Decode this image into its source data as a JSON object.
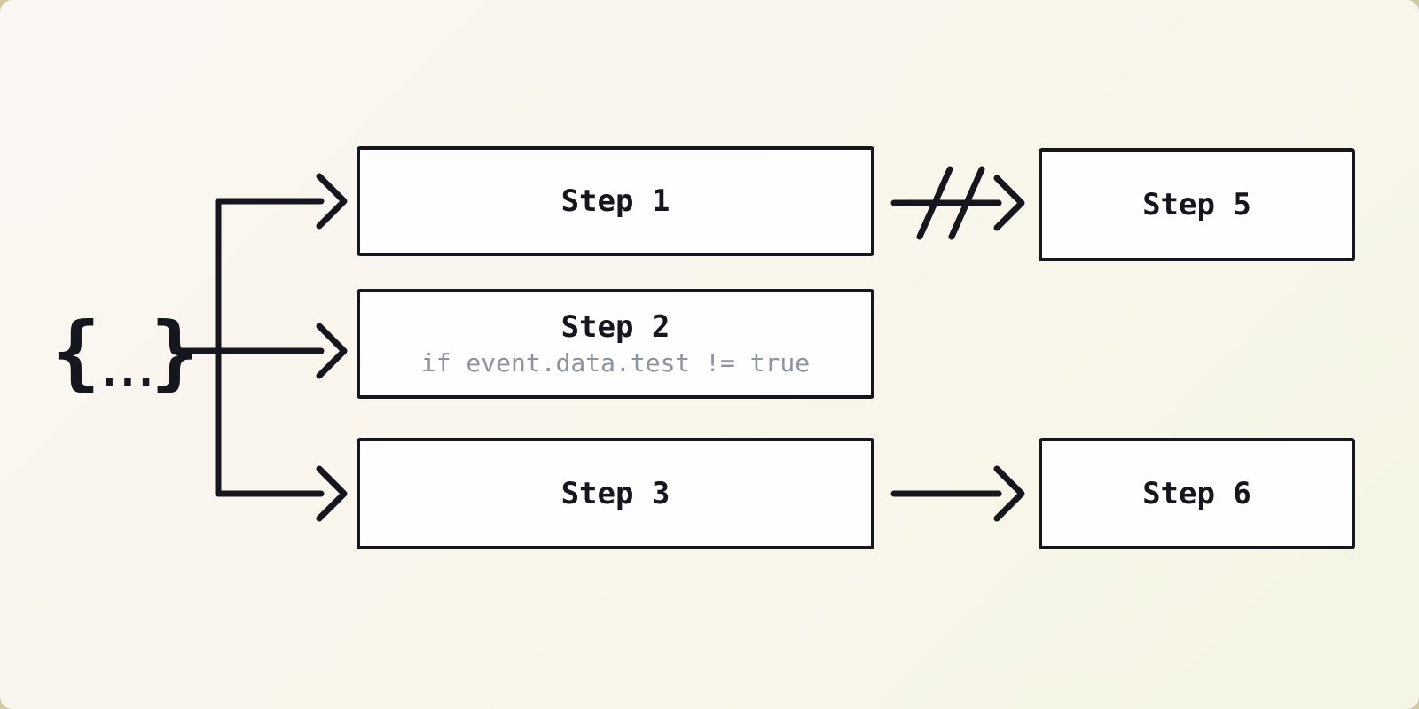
{
  "colors": {
    "ink": "#16161f",
    "node_background": "#fefefe",
    "node_border": "#16161f",
    "condition_text": "#8e93a1",
    "canvas_gradient_start": "#fbf6f2",
    "canvas_gradient_mid": "#f9f6ec",
    "canvas_gradient_end": "#f4f5e4",
    "page_background": "#d0caa2"
  },
  "diagram": {
    "trigger": {
      "name": "event-payload",
      "left_brace": "{",
      "dots": "...",
      "right_brace": "}"
    },
    "nodes": {
      "step1": {
        "label": "Step 1"
      },
      "step2": {
        "label": "Step 2",
        "condition": "if event.data.test != true"
      },
      "step3": {
        "label": "Step 3"
      },
      "step5": {
        "label": "Step 5"
      },
      "step6": {
        "label": "Step 6"
      }
    },
    "edges": [
      {
        "from": "event-payload",
        "to": "step1",
        "style": "arrow"
      },
      {
        "from": "event-payload",
        "to": "step2",
        "style": "arrow"
      },
      {
        "from": "event-payload",
        "to": "step3",
        "style": "arrow"
      },
      {
        "from": "step1",
        "to": "step5",
        "style": "cancelled-arrow"
      },
      {
        "from": "step3",
        "to": "step6",
        "style": "arrow"
      }
    ]
  }
}
